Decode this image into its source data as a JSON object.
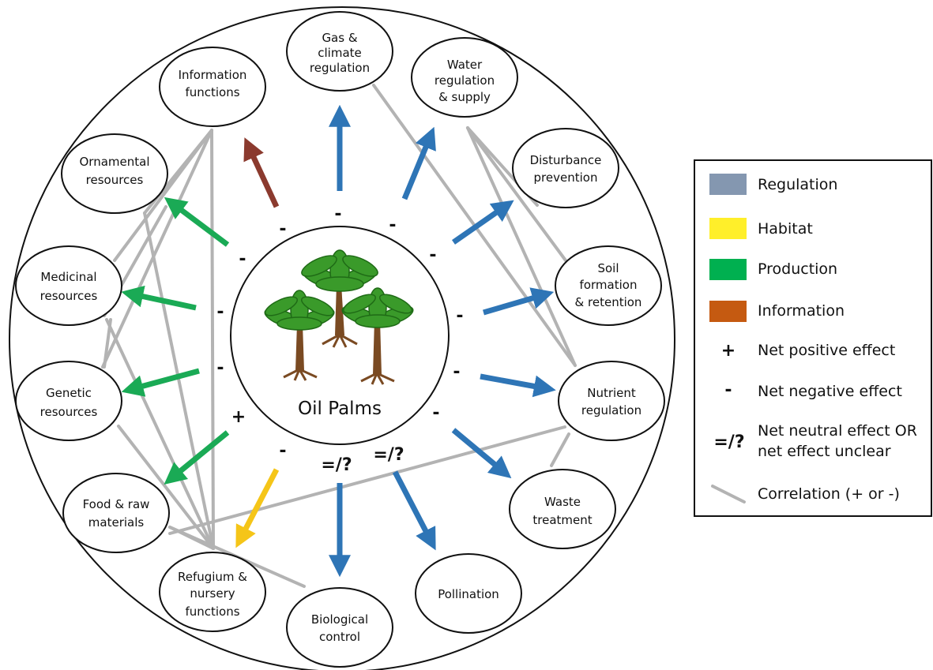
{
  "center": {
    "label": "Oil Palms"
  },
  "nodes": {
    "gas": [
      "Gas &",
      "climate",
      "regulation"
    ],
    "water": [
      "Water",
      "regulation",
      "& supply"
    ],
    "disturbance": [
      "Disturbance",
      "prevention"
    ],
    "soil": [
      "Soil",
      "formation",
      "& retention"
    ],
    "nutrient": [
      "Nutrient",
      "regulation"
    ],
    "waste": [
      "Waste",
      "treatment"
    ],
    "pollination": [
      "Pollination"
    ],
    "biocontrol": [
      "Biological",
      "control"
    ],
    "refugium": [
      "Refugium &",
      "nursery",
      "functions"
    ],
    "food": [
      "Food & raw",
      "materials"
    ],
    "genetic": [
      "Genetic",
      "resources"
    ],
    "medicinal": [
      "Medicinal",
      "resources"
    ],
    "ornamental": [
      "Ornamental",
      "resources"
    ],
    "information": [
      "Information",
      "functions"
    ]
  },
  "signs": {
    "information": "-",
    "gas": "-",
    "water": "-",
    "disturbance": "-",
    "soil": "-",
    "nutrient": "-",
    "waste": "-",
    "pollination": "=/?",
    "biocontrol": "=/?",
    "refugium": "-",
    "food": "+",
    "genetic": "-",
    "medicinal": "-",
    "ornamental": "-"
  },
  "colors": {
    "regulation": "#2e75b6",
    "habitat": "#f5c518",
    "production": "#1aaa55",
    "information": "#8b3a2e",
    "correlation": "#b3b3b3",
    "legend_regulation": "#8497b0",
    "legend_habitat": "#ffef2a",
    "legend_production": "#00b050",
    "legend_information": "#c55a11"
  },
  "legend": {
    "regulation": "Regulation",
    "habitat": "Habitat",
    "production": "Production",
    "information": "Information",
    "positive_symbol": "+",
    "positive": "Net positive effect",
    "negative_symbol": "-",
    "negative": "Net negative effect",
    "neutral_symbol": "=/?",
    "neutral_line1": "Net neutral effect OR",
    "neutral_line2": "net effect unclear",
    "correlation": "Correlation (+ or -)"
  }
}
